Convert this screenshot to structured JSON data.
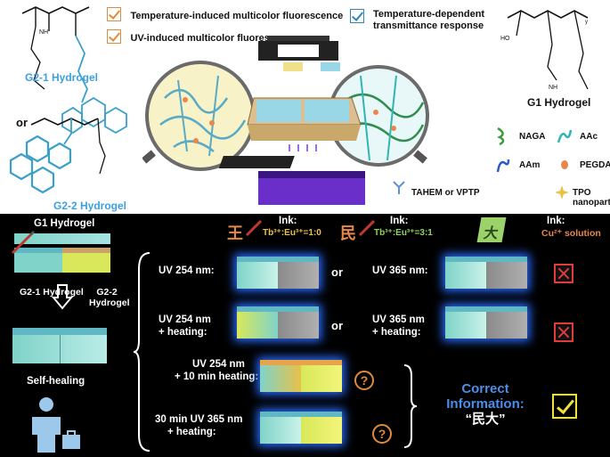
{
  "top": {
    "checklist": [
      {
        "label": "Temperature-induced multicolor fluorescence",
        "color": "#e08a3c"
      },
      {
        "label": "UV-induced multicolor fluorescence",
        "color": "#e08a3c"
      },
      {
        "label": "Temperature-dependent transmittance response",
        "color": "#2e86c1"
      }
    ],
    "g2_1_label": "G2-1 Hydrogel",
    "or_label": "or",
    "g2_2_label": "G2-2 Hydrogel",
    "g1_label": "G1 Hydrogel",
    "chem_labels": {
      "ho": "HO",
      "nh2": "NH",
      "y": "y"
    },
    "legend": [
      {
        "label": "NAGA",
        "icon": "naga-icon",
        "color": "#3d9a3d"
      },
      {
        "label": "AAc",
        "icon": "aac-icon",
        "color": "#2fb5b5"
      },
      {
        "label": "AAm",
        "icon": "aam-icon",
        "color": "#2a5cc9"
      },
      {
        "label": "PEGDA",
        "icon": "pegda-icon",
        "color": "#e8874a"
      },
      {
        "label": "TAHEM or VPTP",
        "icon": "tahem-icon",
        "color": "#5b8fe0"
      },
      {
        "label": "TPO nanoparticles",
        "icon": "tpo-icon",
        "color": "#e8c14a"
      }
    ]
  },
  "bottom": {
    "g1_label": "G1 Hydrogel",
    "g2_1_label": "G2-1 Hydrogel",
    "g2_2_label": "G2-2 Hydrogel",
    "selfheal_label": "Self-healing",
    "inks": [
      {
        "title": "Ink:",
        "formula": "Tb³⁺:Eu³⁺=1:0",
        "char": "王"
      },
      {
        "title": "Ink:",
        "formula": "Tb³⁺:Eu³⁺=3:1",
        "char": "民"
      },
      {
        "title": "Ink:",
        "formula": "Cu²⁺ solution",
        "char": "大"
      }
    ],
    "conditions": [
      {
        "left": "UV 254 nm:",
        "right": "UV 365 nm:",
        "or": "or",
        "result": "fail"
      },
      {
        "left": "UV 254 nm + heating:",
        "right": "UV 365 nm + heating:",
        "or": "or",
        "result": "fail"
      },
      {
        "left": "UV 254 nm + 10 min heating:",
        "result": "question"
      },
      {
        "left": "30 min UV 365 nm + heating:",
        "result": "question"
      }
    ],
    "cond_lines": {
      "c1": [
        "UV 254 nm:"
      ],
      "c1r": [
        "UV 365 nm:"
      ],
      "c2": [
        "UV 254 nm",
        "+ heating:"
      ],
      "c2r": [
        "UV 365  nm",
        "+ heating:"
      ],
      "c3": [
        "UV 254 nm",
        "+ 10 min heating:"
      ],
      "c4": [
        "30 min UV 365 nm",
        "+ heating:"
      ]
    },
    "correct": {
      "line1": "Correct",
      "line2": "Information:",
      "line3": "“民大”"
    }
  }
}
